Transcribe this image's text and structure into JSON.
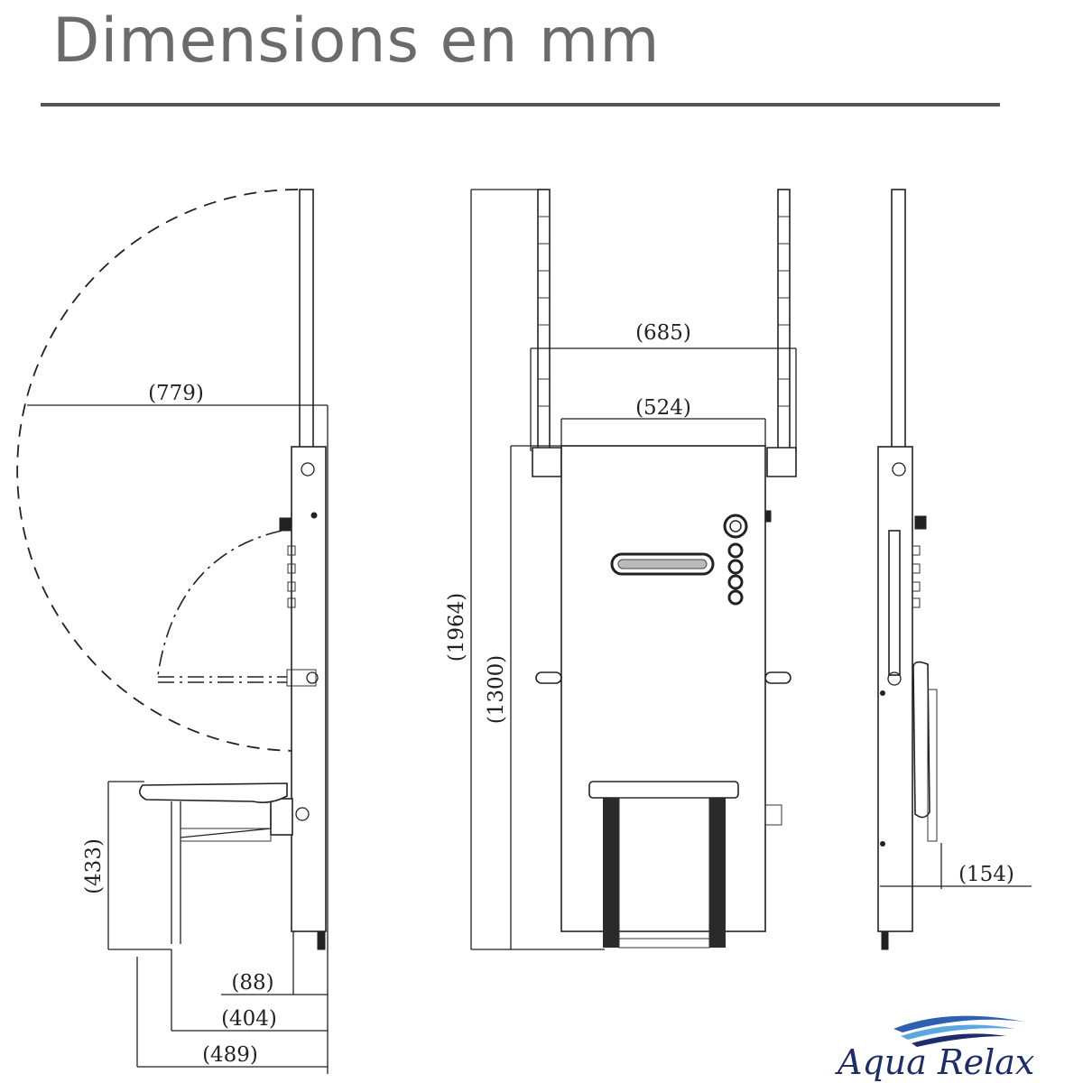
{
  "header": {
    "title": "Dimensions en mm"
  },
  "dimensions": {
    "arc_radius": "(779)",
    "frame_outer_width": "(685)",
    "frame_inner_width": "(524)",
    "total_height": "(1964)",
    "panel_height": "(1300)",
    "seat_height": "(433)",
    "wall_to_seat_back": "(88)",
    "wall_to_seat_leg": "(404)",
    "wall_to_seat_front": "(489)",
    "seat_depth_folded": "(154)"
  },
  "logo": {
    "text": "Aqua Relax",
    "wave_colors": [
      "#2f5fb0",
      "#5aa8e0",
      "#1d2d6b"
    ]
  },
  "colors": {
    "title": "#6b6b6b",
    "rule": "#555555",
    "line": "#222222"
  },
  "icons": [
    "logo-wave-icon"
  ]
}
